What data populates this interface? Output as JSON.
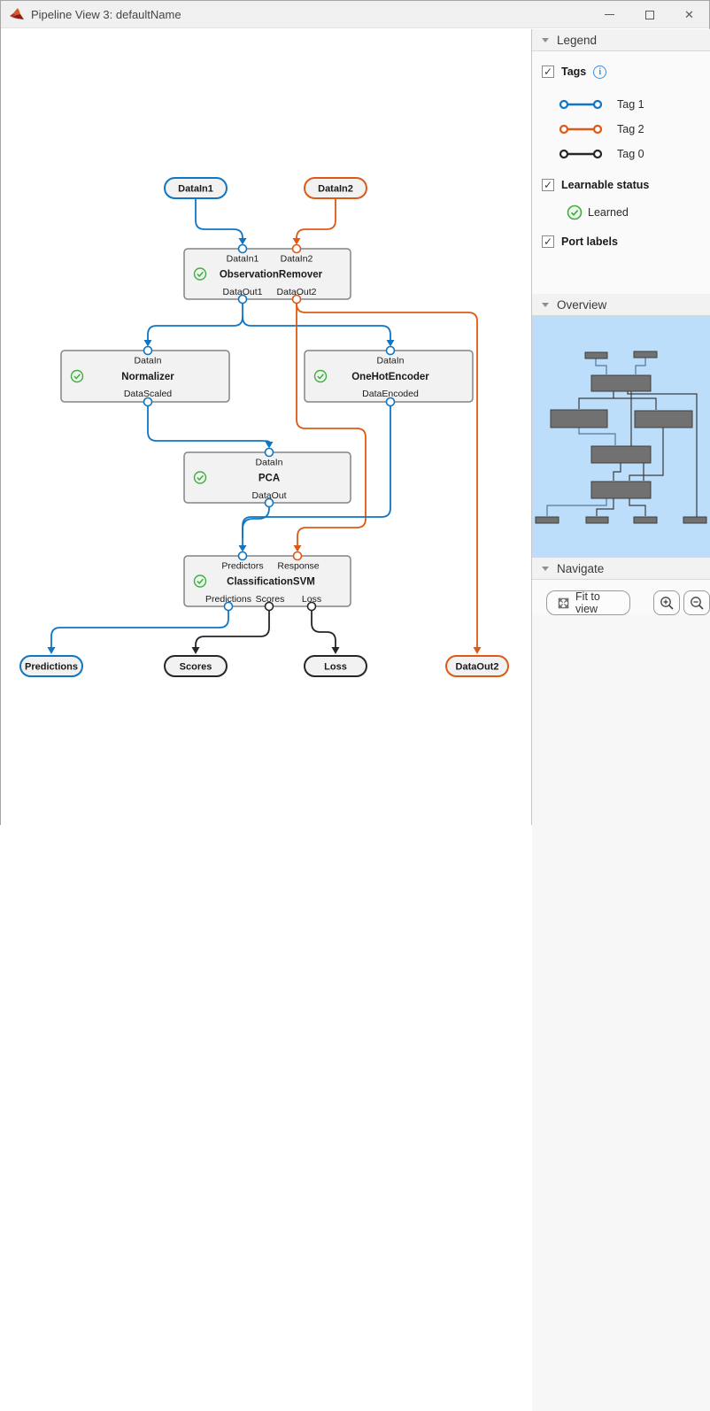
{
  "window": {
    "title": "Pipeline View 3: defaultName"
  },
  "colors": {
    "tag1_blue": "#0e76c4",
    "tag2_orange": "#dd5a16",
    "tag0_black": "#262626",
    "learned_green": "#44ab44",
    "minimap_bg": "#bcdefa",
    "node_fill": "#f2f2f2",
    "node_stroke": "#848484"
  },
  "icons": {
    "minimize": "minimize-icon",
    "maximize": "maximize-icon",
    "close": "✕",
    "checkbox_check": "✓",
    "info": "i"
  },
  "legend": {
    "header": "Legend",
    "tags_label": "Tags",
    "tag_items": [
      {
        "label": "Tag 1",
        "color": "#0e76c4"
      },
      {
        "label": "Tag 2",
        "color": "#dd5a16"
      },
      {
        "label": "Tag 0",
        "color": "#262626"
      }
    ],
    "learnable_label": "Learnable status",
    "learned_label": "Learned",
    "port_labels_label": "Port labels"
  },
  "overview": {
    "header": "Overview"
  },
  "navigate": {
    "header": "Navigate",
    "fit_button": "Fit to view"
  },
  "diagram": {
    "source_pills": [
      {
        "label": "DataIn1",
        "tag": "Tag 1"
      },
      {
        "label": "DataIn2",
        "tag": "Tag 2"
      }
    ],
    "blocks": [
      {
        "title": "ObservationRemover",
        "status": "Learned",
        "inputs": [
          "DataIn1",
          "DataIn2"
        ],
        "outputs": [
          "DataOut1",
          "DataOut2"
        ]
      },
      {
        "title": "Normalizer",
        "status": "Learned",
        "inputs": [
          "DataIn"
        ],
        "outputs": [
          "DataScaled"
        ]
      },
      {
        "title": "OneHotEncoder",
        "status": "Learned",
        "inputs": [
          "DataIn"
        ],
        "outputs": [
          "DataEncoded"
        ]
      },
      {
        "title": "PCA",
        "status": "Learned",
        "inputs": [
          "DataIn"
        ],
        "outputs": [
          "DataOut"
        ]
      },
      {
        "title": "ClassificationSVM",
        "status": "Learned",
        "inputs": [
          "Predictors",
          "Response"
        ],
        "outputs": [
          "Predictions",
          "Scores",
          "Loss"
        ]
      }
    ],
    "sink_pills": [
      {
        "label": "Predictions",
        "tag": "Tag 1"
      },
      {
        "label": "Scores",
        "tag": "Tag 0"
      },
      {
        "label": "Loss",
        "tag": "Tag 0"
      },
      {
        "label": "DataOut2",
        "tag": "Tag 2"
      }
    ]
  }
}
